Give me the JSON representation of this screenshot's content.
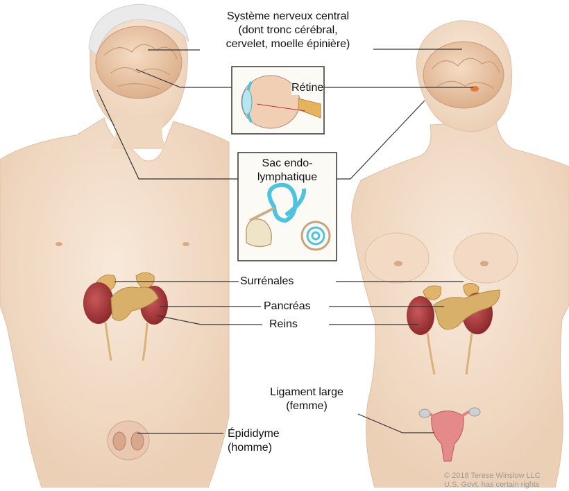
{
  "labels": {
    "cns": [
      "Système nerveux central",
      "(dont tronc cérébral,",
      "cervelet, moelle épinière)"
    ],
    "retina": "Rétine",
    "endolymphatic_sac": [
      "Sac endo-",
      "lymphatique"
    ],
    "adrenals": "Surrénales",
    "pancreas": "Pancréas",
    "kidneys": "Reins",
    "broad_ligament": [
      "Ligament large",
      "(femme)"
    ],
    "epididymis": [
      "Épididyme",
      "(homme)"
    ]
  },
  "credit": [
    "© 2018 Terese Winslow LLC",
    "U.S. Govt. has certain rights"
  ],
  "colors": {
    "skin": "#f5e2cf",
    "skin_shadow": "#e8c9ad",
    "organ_red": "#a8383a",
    "organ_tan": "#d9b06a",
    "brain": "#eecfb3",
    "inner_ear_blue": "#4ec3e0",
    "leader_line": "#333333"
  }
}
